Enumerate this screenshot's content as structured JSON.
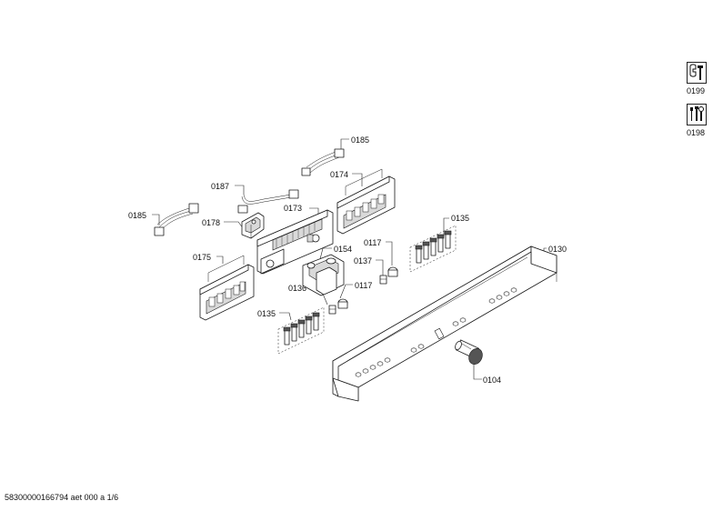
{
  "footer": {
    "document_id": "58300000166794 aet 000 a 1/6"
  },
  "side_icons": [
    {
      "label": "0199",
      "icon": "wrench-tool-icon"
    },
    {
      "label": "0198",
      "icon": "screws-tools-icon"
    }
  ],
  "callouts": {
    "c0185a": "0185",
    "c0185b": "0185",
    "c0187": "0187",
    "c0174": "0174",
    "c0173": "0173",
    "c0178": "0178",
    "c0175": "0175",
    "c0154": "0154",
    "c0117a": "0117",
    "c0137": "0137",
    "c0117b": "0117",
    "c0136": "0136",
    "c0135a": "0135",
    "c0135b": "0135",
    "c0130": "0130",
    "c0104": "0104"
  }
}
